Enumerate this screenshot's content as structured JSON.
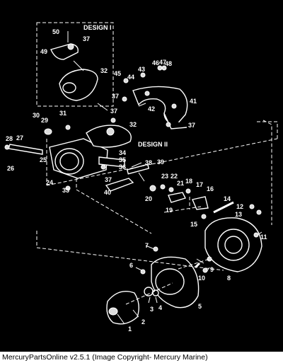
{
  "insets": {
    "design_1_label": "DESIGN I",
    "design_2_label": "DESIGN II"
  },
  "callouts": {
    "c1": "1",
    "c2": "2",
    "c3": "3",
    "c4": "4",
    "c5": "5",
    "c6": "6",
    "c7": "7",
    "c8": "8",
    "c9": "9",
    "c10": "10",
    "c11": "11",
    "c12": "12",
    "c13": "13",
    "c14": "14",
    "c15": "15",
    "c16": "16",
    "c17": "17",
    "c18": "18",
    "c19": "19",
    "c20": "20",
    "c21": "21",
    "c22": "22",
    "c23": "23",
    "c24": "24",
    "c25": "25",
    "c26": "26",
    "c27": "27",
    "c28": "28",
    "c29": "29",
    "c30": "30",
    "c31": "31",
    "c32": "32",
    "c32b": "32",
    "c33": "33",
    "c34": "34",
    "c35": "35",
    "c36": "36",
    "c37a": "37",
    "c37b": "37",
    "c37c": "37",
    "c37d": "37",
    "c37e": "37",
    "c38": "38",
    "c39": "39",
    "c40": "40",
    "c41": "41",
    "c42": "42",
    "c43": "43",
    "c44": "44",
    "c45": "45",
    "c46": "46",
    "c47": "47",
    "c48": "48",
    "c49": "49",
    "c50": "50"
  },
  "footer": {
    "text": "MercuryPartsOnline v2.5.1 (Image Copyright- Mercury Marine)"
  }
}
